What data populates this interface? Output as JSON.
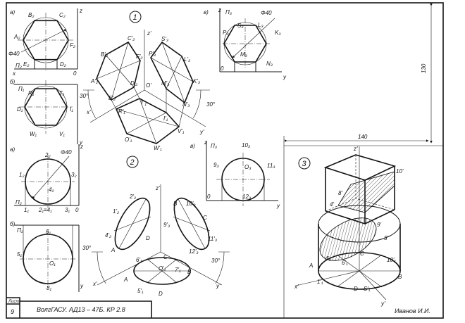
{
  "title_block": {
    "sheet_label": "Лист",
    "sheet_number": "9",
    "designation": "ВолгГАСУ. АД13 – 47Б. КР 2.8",
    "author": "Иванов И.И."
  },
  "dimensions": {
    "height": "130",
    "width": "140"
  },
  "task1": {
    "number": "1",
    "front": [
      "а)",
      "B₂",
      "C₂",
      "z",
      "A₂",
      "F₂",
      "Φ40",
      "E₂",
      "D₂",
      "Π₂",
      "x",
      "0"
    ],
    "top": [
      "б)",
      "Π₁",
      "R₁",
      "T₁",
      "D₁",
      "I₁",
      "W₁",
      "V₁",
      "y"
    ],
    "side": [
      "в)",
      "z",
      "Π₃",
      "Φ40",
      "S₃",
      "L₃",
      "P₃",
      "K₃",
      "M₃",
      "N₃",
      "0",
      "y"
    ],
    "iso": [
      "z'",
      "C'₂",
      "S'₃",
      "B'₂",
      "F'₂",
      "P'₃",
      "L'₃",
      "A'₂",
      "D'₂",
      "O'",
      "M'₃",
      "K'₃",
      "30°",
      "E'₂",
      "T'₁",
      "N'₃",
      "30°",
      "R'₁",
      "x'",
      "I'₁",
      "V'₁",
      "O'₁",
      "W'₁",
      "y'"
    ]
  },
  "task2": {
    "number": "2",
    "front": [
      "а)",
      "z",
      "2₂",
      "Φ40",
      "1₂",
      "3₂",
      "4₂",
      "Π₂",
      "1₁",
      "2₁≡4₁",
      "3₁",
      "0"
    ],
    "top": [
      "б)",
      "Π₁",
      "6₁",
      "5₁",
      "O₁",
      "8₁",
      "y"
    ],
    "side": [
      "в)",
      "z",
      "Π₃",
      "10₃",
      "9₃",
      "O₃",
      "11₃",
      "12₃",
      "0",
      "y"
    ],
    "iso": [
      "z'",
      "2'₂",
      "B",
      "10'₃",
      "1'₂",
      "9'₃",
      "C",
      "4'₂",
      "D",
      "11'₃",
      "A",
      "12'₃",
      "30°",
      "30°",
      "C",
      "6'₁",
      "O'₁",
      "7'₁",
      "B",
      "A",
      "x'",
      "5'₁",
      "D",
      "y'"
    ]
  },
  "task3": {
    "number": "3",
    "iso": [
      "z'",
      "10'",
      "8'",
      "4'",
      "9'",
      "5'",
      "C",
      "A",
      "4'₁",
      "6'₁",
      "10'₁",
      "B",
      "x'",
      "1'₁",
      "D",
      "S'₁",
      "y'"
    ]
  }
}
